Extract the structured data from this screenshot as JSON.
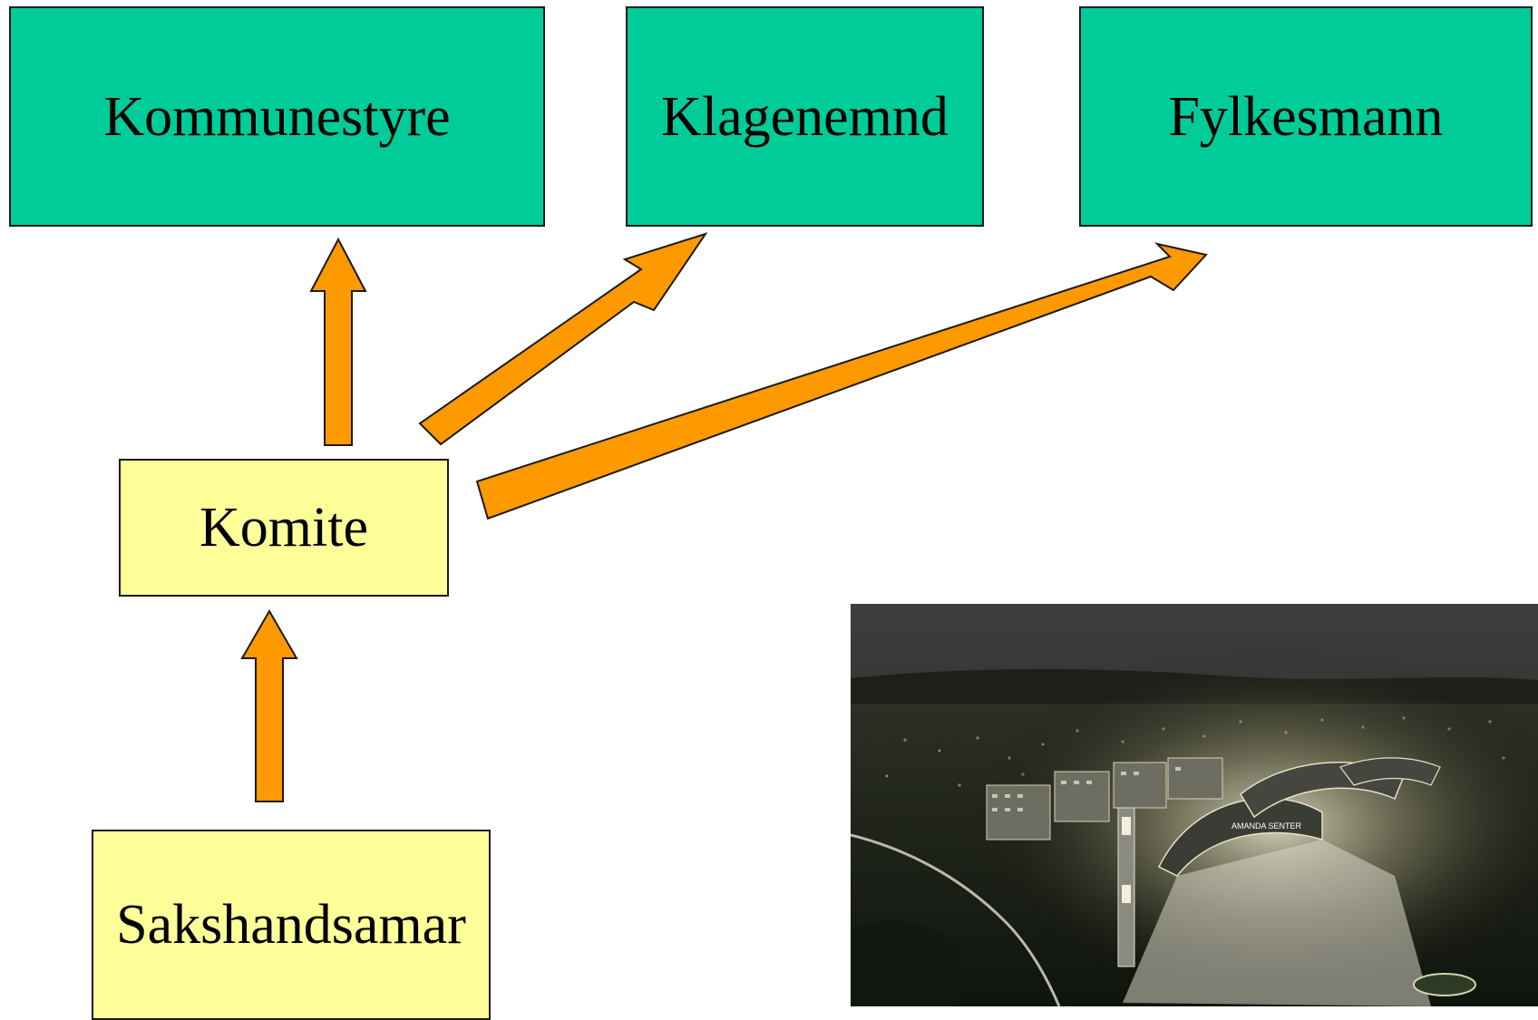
{
  "boxes": {
    "kommunestyre": "Kommunestyre",
    "klagenemnd": "Klagenemnd",
    "fylkesmann": "Fylkesmann",
    "komite": "Komite",
    "sakshandsamar": "Sakshandsamar"
  },
  "colors": {
    "top_box": "#00cc99",
    "low_box": "#ffff99",
    "arrow": "#ff9900"
  },
  "photo": {
    "subject": "night aerial rendering of shopping centre and apartment buildings",
    "sign_text": "AMANDA SENTER"
  }
}
